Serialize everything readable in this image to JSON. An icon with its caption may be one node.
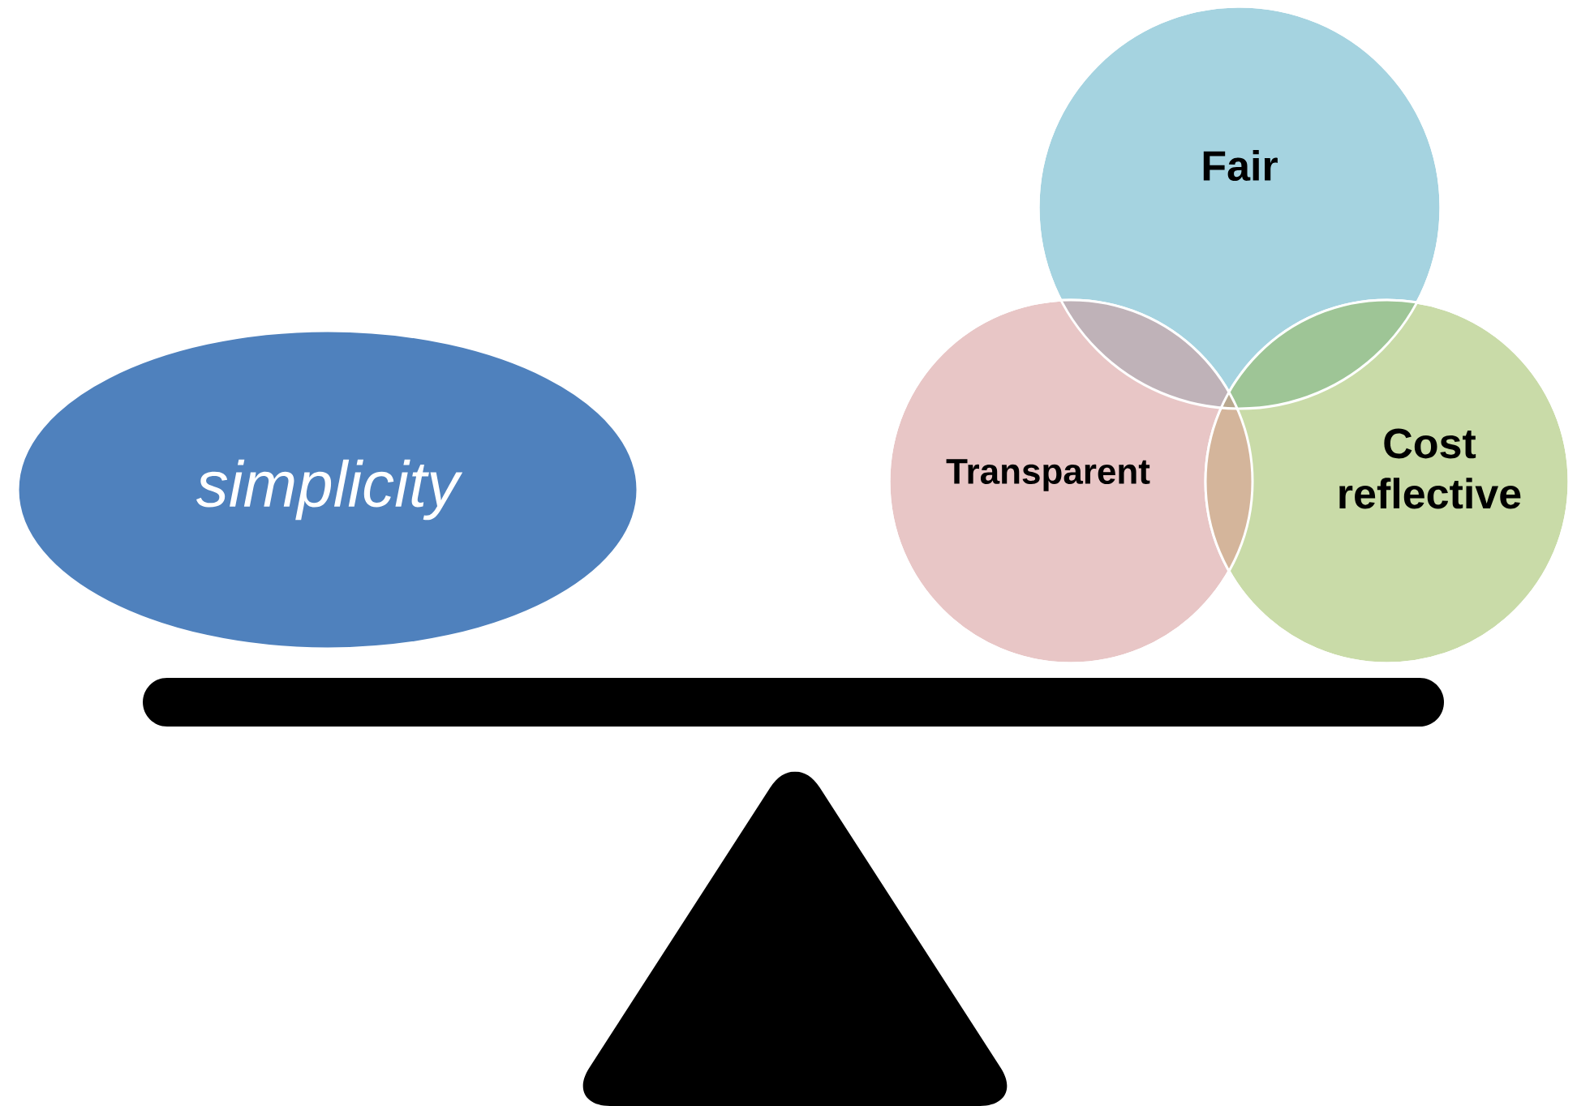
{
  "diagram": {
    "nodes": [
      {
        "text": [
          "simplicity"
        ]
      },
      {
        "text": [
          "Fair"
        ]
      },
      {
        "text": [
          "Transparent"
        ]
      },
      {
        "text": [
          "Cost reflective"
        ]
      }
    ]
  }
}
